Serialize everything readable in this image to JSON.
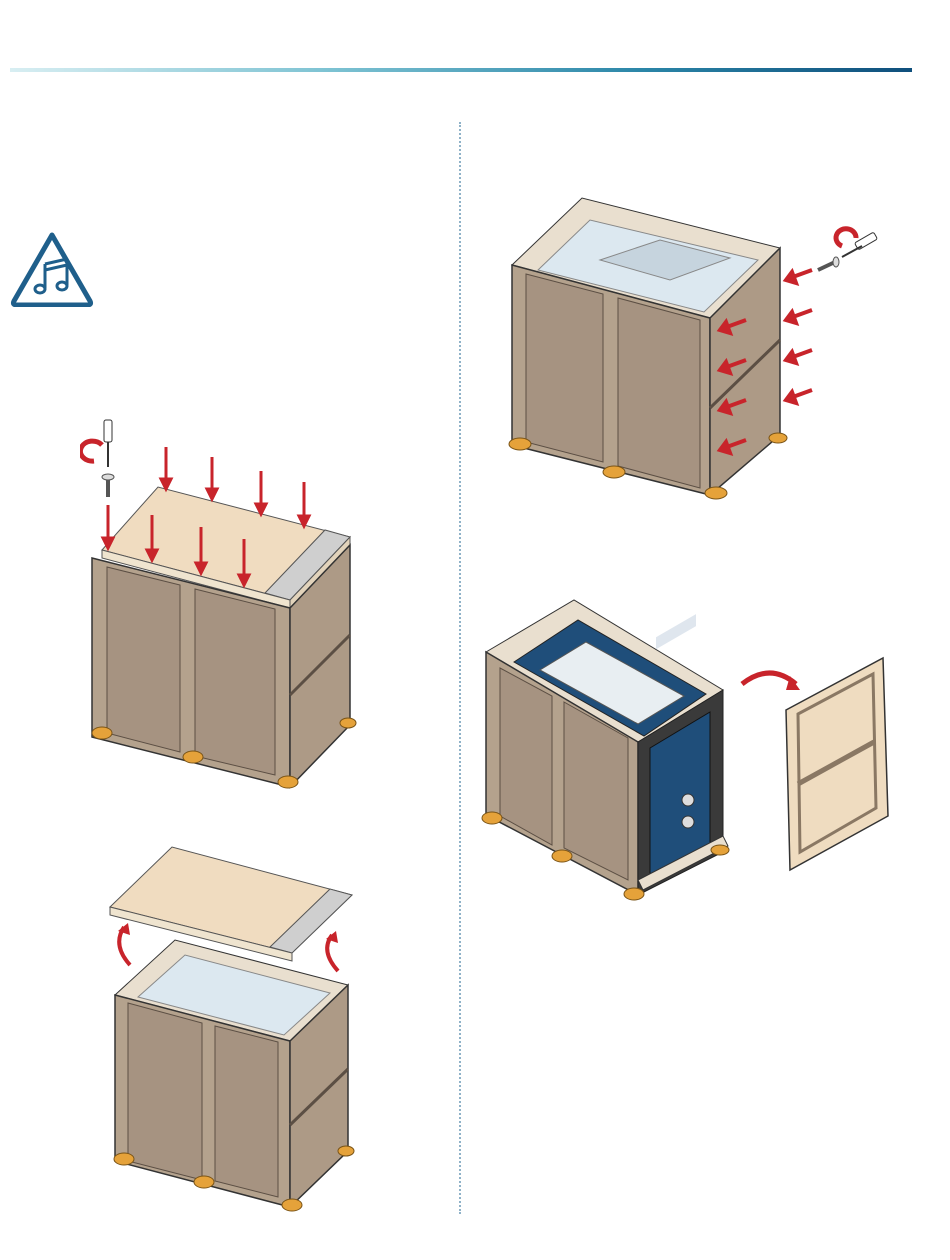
{
  "page": {
    "accent_color": "#0f4f7c",
    "rule_colors": [
      "#d8eef2",
      "#7ec3d3",
      "#2b86a8",
      "#0f4f7c"
    ]
  },
  "icons": {
    "warning": "music-note-warning-icon",
    "screwdriver": "screwdriver-icon",
    "screw": "screw-icon",
    "arrow": "red-arrow-icon"
  },
  "colors": {
    "crate_wood": "#b4a28d",
    "crate_light": "#e9dfcf",
    "arrow_red": "#c8242b",
    "foot_orange": "#e5a23a",
    "unit_blue": "#1f4e7a"
  },
  "figures": [
    {
      "id": "step-remove-top-screws"
    },
    {
      "id": "step-lift-top-panel"
    },
    {
      "id": "step-remove-side-screws"
    },
    {
      "id": "step-remove-side-panel"
    }
  ]
}
